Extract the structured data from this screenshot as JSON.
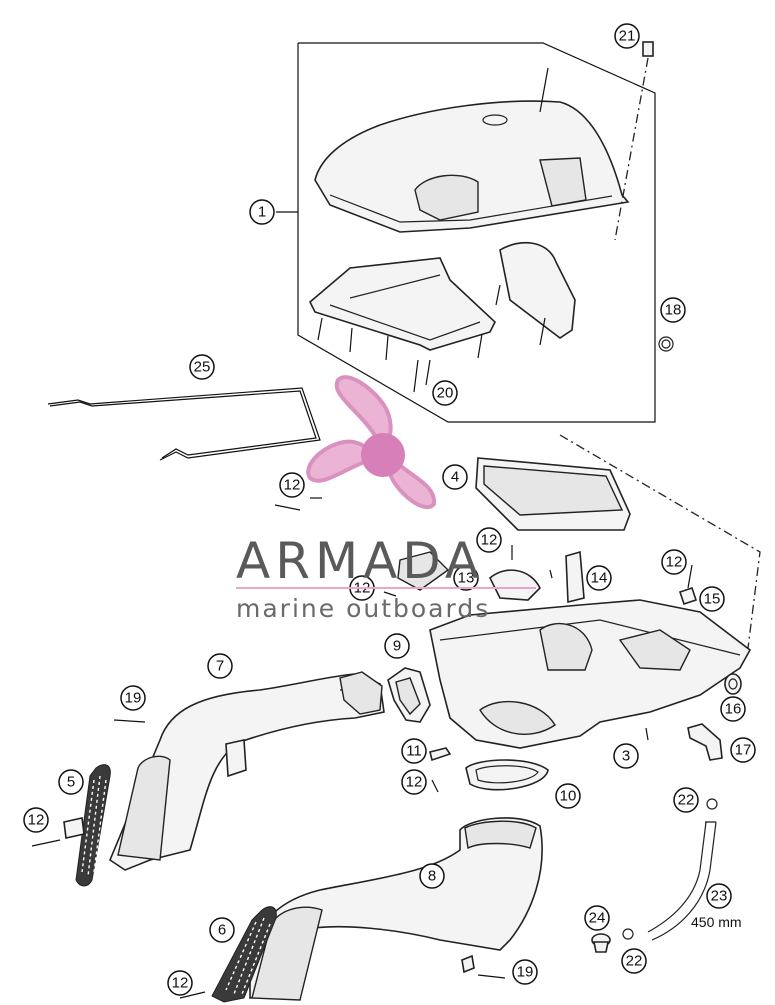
{
  "diagram": {
    "callouts": [
      {
        "id": "c1",
        "label": "1"
      },
      {
        "id": "c3",
        "label": "3"
      },
      {
        "id": "c4",
        "label": "4"
      },
      {
        "id": "c5",
        "label": "5"
      },
      {
        "id": "c6",
        "label": "6"
      },
      {
        "id": "c7",
        "label": "7"
      },
      {
        "id": "c8",
        "label": "8"
      },
      {
        "id": "c9",
        "label": "9"
      },
      {
        "id": "c10",
        "label": "10"
      },
      {
        "id": "c11",
        "label": "11"
      },
      {
        "id": "c12a",
        "label": "12"
      },
      {
        "id": "c12b",
        "label": "12"
      },
      {
        "id": "c12c",
        "label": "12"
      },
      {
        "id": "c12d",
        "label": "12"
      },
      {
        "id": "c12e",
        "label": "12"
      },
      {
        "id": "c12f",
        "label": "12"
      },
      {
        "id": "c12g",
        "label": "12"
      },
      {
        "id": "c13",
        "label": "13"
      },
      {
        "id": "c14",
        "label": "14"
      },
      {
        "id": "c15",
        "label": "15"
      },
      {
        "id": "c16",
        "label": "16"
      },
      {
        "id": "c17",
        "label": "17"
      },
      {
        "id": "c18",
        "label": "18"
      },
      {
        "id": "c19a",
        "label": "19"
      },
      {
        "id": "c19b",
        "label": "19"
      },
      {
        "id": "c20",
        "label": "20"
      },
      {
        "id": "c21",
        "label": "21"
      },
      {
        "id": "c22a",
        "label": "22"
      },
      {
        "id": "c22b",
        "label": "22"
      },
      {
        "id": "c23",
        "label": "23"
      },
      {
        "id": "c24",
        "label": "24"
      },
      {
        "id": "c25",
        "label": "25"
      }
    ],
    "hose_length": "450 mm"
  },
  "watermark": {
    "brand": "ARMADA",
    "tagline": "marine outboards",
    "logo_color": "#e7a6cd",
    "logo_center_color": "#d77fb8"
  }
}
